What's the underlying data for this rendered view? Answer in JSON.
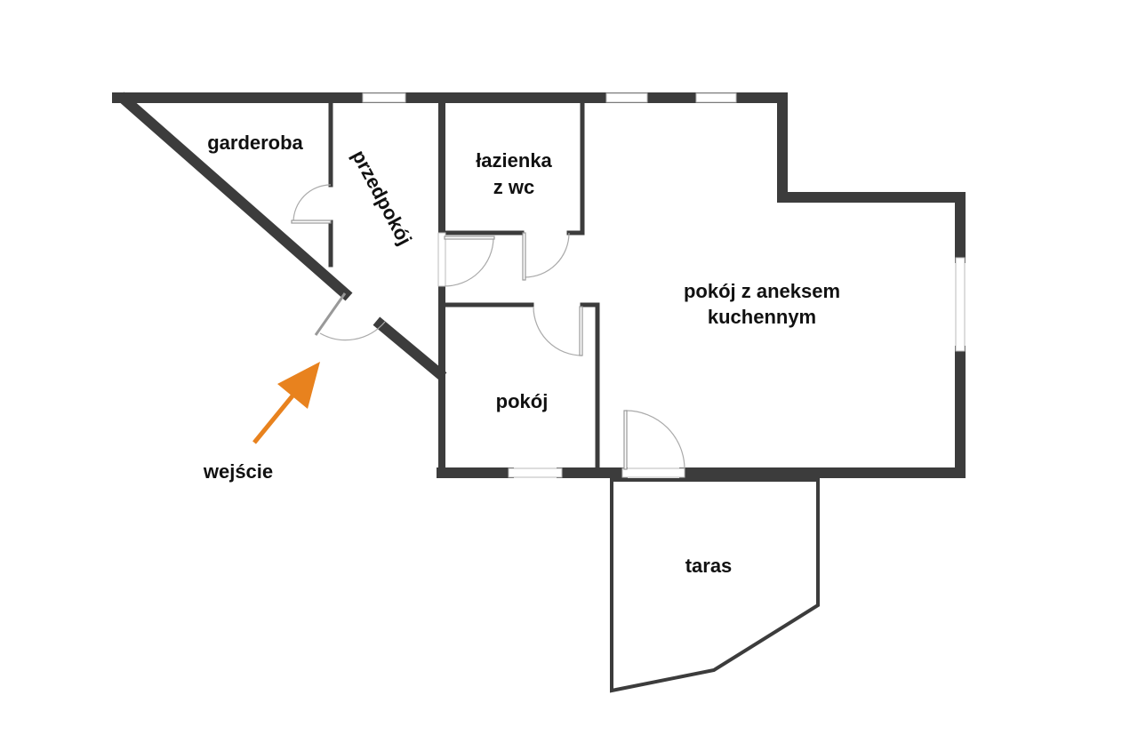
{
  "title": "Floor plan",
  "rooms": {
    "garderoba": "garderoba",
    "przedpokoj": "przedpokój",
    "lazienka_line1": "łazienka",
    "lazienka_line2": "z wc",
    "pokoj_aneks_line1": "pokój z aneksem",
    "pokoj_aneks_line2": "kuchennym",
    "pokoj": "pokój",
    "taras": "taras"
  },
  "entrance": {
    "label": "wejście",
    "arrow_color": "#e8821e"
  },
  "colors": {
    "wall": "#3c3c3c",
    "background": "#ffffff"
  }
}
